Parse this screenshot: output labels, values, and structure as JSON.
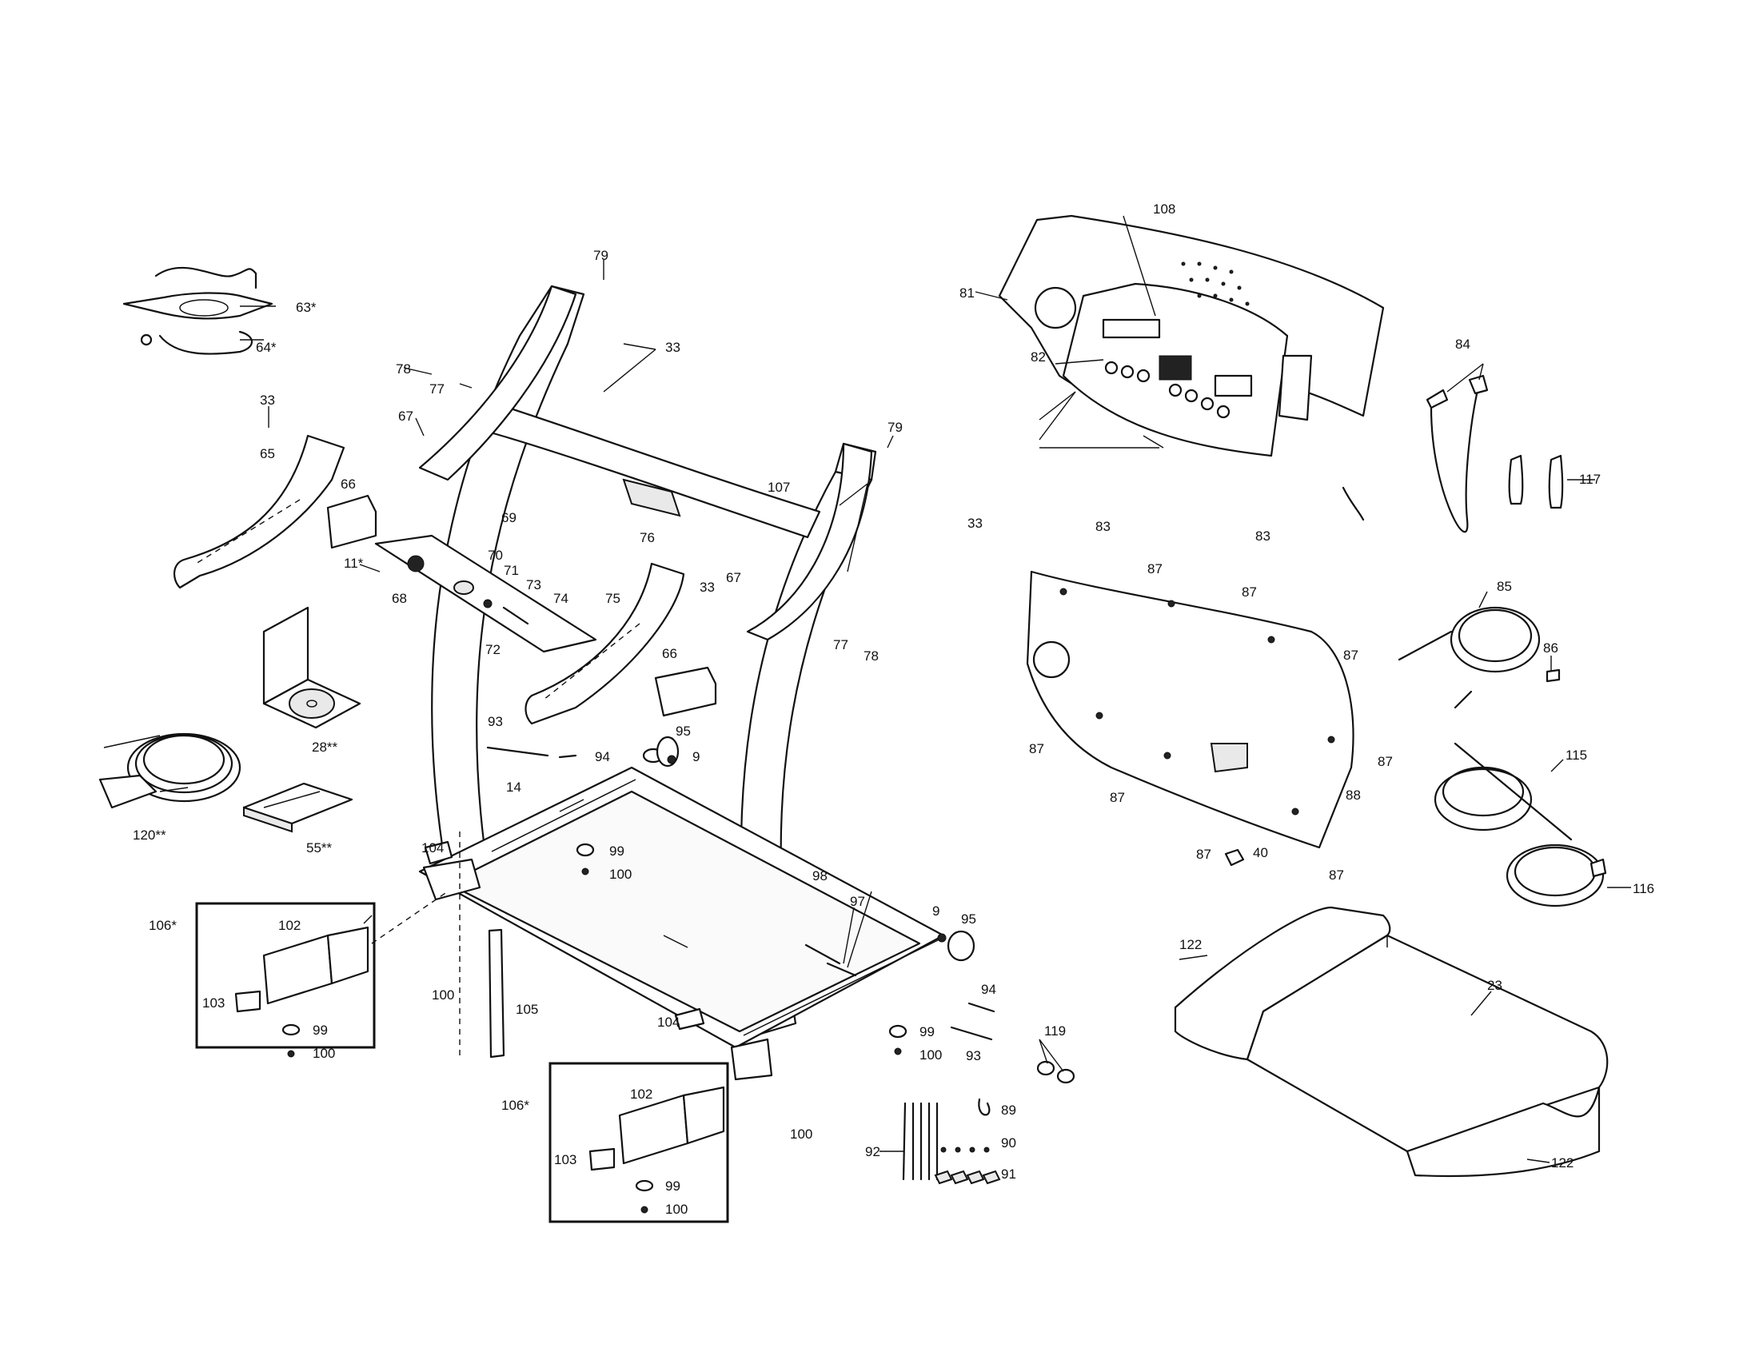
{
  "labels": {
    "l_79a": "79",
    "l_63": "63*",
    "l_64": "64*",
    "l_33a": "33",
    "l_78a": "78",
    "l_77a": "77",
    "l_33b": "33",
    "l_65": "65",
    "l_67a": "67",
    "l_66a": "66",
    "l_69": "69",
    "l_11": "11*",
    "l_68": "68",
    "l_70": "70",
    "l_71": "71",
    "l_73": "73",
    "l_74": "74",
    "l_72": "72",
    "l_76": "76",
    "l_75": "75",
    "l_33c": "33",
    "l_67b": "67",
    "l_107": "107",
    "l_79b": "79",
    "l_33d": "33",
    "l_77b": "77",
    "l_78b": "78",
    "l_66b": "66",
    "l_28": "28**",
    "l_93a": "93",
    "l_94a": "94",
    "l_95a": "95",
    "l_9a": "9",
    "l_14": "14",
    "l_120": "120**",
    "l_55": "55**",
    "l_104a": "104",
    "l_99a": "99",
    "l_100a": "100",
    "l_106a": "106*",
    "l_102a": "102",
    "l_103a": "103",
    "l_99b": "99",
    "l_100b": "100",
    "l_100c": "100",
    "l_105": "105",
    "l_98": "98",
    "l_97": "97",
    "l_9b": "9",
    "l_95b": "95",
    "l_94b": "94",
    "l_104b": "104",
    "l_99c": "99",
    "l_100d": "100",
    "l_93b": "93",
    "l_106b": "106*",
    "l_102b": "102",
    "l_103b": "103",
    "l_99d": "99",
    "l_100e": "100",
    "l_100f": "100",
    "l_119": "119",
    "l_89": "89",
    "l_92": "92",
    "l_90": "90",
    "l_91": "91",
    "l_108": "108",
    "l_81": "81",
    "l_82": "82",
    "l_83a": "83",
    "l_83b": "83",
    "l_84": "84",
    "l_117": "117",
    "l_87a": "87",
    "l_87b": "87",
    "l_87c": "87",
    "l_87d": "87",
    "l_87e": "87",
    "l_87f": "87",
    "l_87g": "87",
    "l_87h": "87",
    "l_88": "88",
    "l_40": "40",
    "l_85": "85",
    "l_86": "86",
    "l_115": "115",
    "l_116": "116",
    "l_122a": "122",
    "l_23": "23",
    "l_122b": "122"
  }
}
